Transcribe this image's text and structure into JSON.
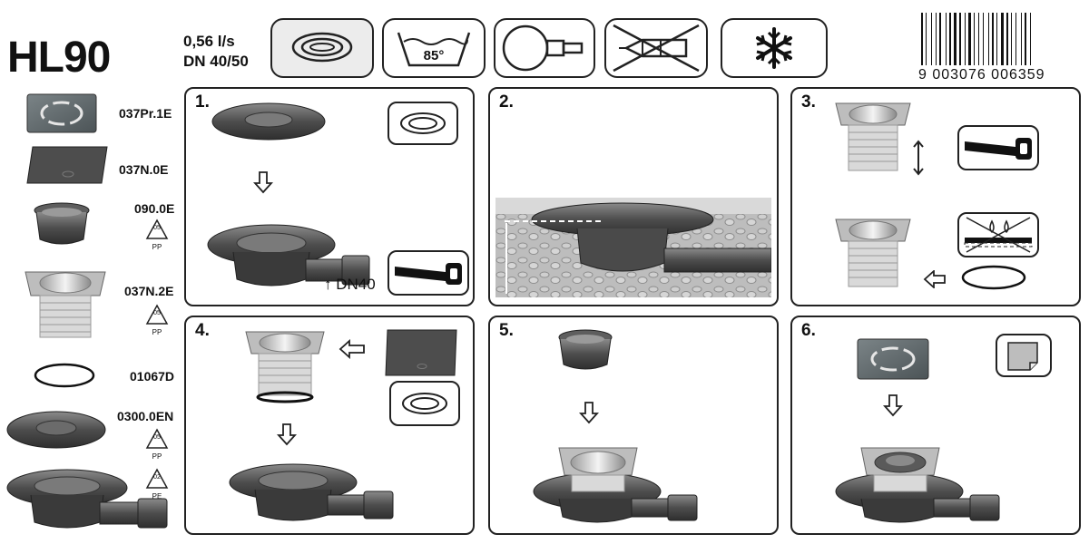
{
  "product": {
    "name": "HL90"
  },
  "specs": {
    "flow": "0,56 l/s",
    "dn": "DN 40/50"
  },
  "header_icons": [
    {
      "icon": "seal-ring-icon"
    },
    {
      "icon": "hot-water-bowl-icon",
      "label": "85°"
    },
    {
      "icon": "pipe-connection-icon"
    },
    {
      "icon": "no-oil-spray-icon"
    },
    {
      "icon": "frost-resistant-icon"
    }
  ],
  "barcode": {
    "number": "9 003076 006359"
  },
  "parts": [
    {
      "code": "037Pr.1E"
    },
    {
      "code": "037N.0E"
    },
    {
      "code": "090.0E",
      "recycle_number": "05",
      "recycle_material": "PP"
    },
    {
      "code": "037N.2E",
      "recycle_number": "05",
      "recycle_material": "PP"
    },
    {
      "code": "01067D"
    },
    {
      "code": "0300.0EN",
      "recycle_number": "05",
      "recycle_material": "PP"
    },
    {
      "recycle_number": "02",
      "recycle_material": "PE"
    }
  ],
  "steps": [
    {
      "number": "1.",
      "annotation": "↑ DN40"
    },
    {
      "number": "2."
    },
    {
      "number": "3."
    },
    {
      "number": "4."
    },
    {
      "number": "5."
    },
    {
      "number": "6."
    }
  ],
  "colors": {
    "dark_metal": "#4a4a4a",
    "light_metal": "#c8c8c8",
    "gravel": "#b9b9b9"
  }
}
